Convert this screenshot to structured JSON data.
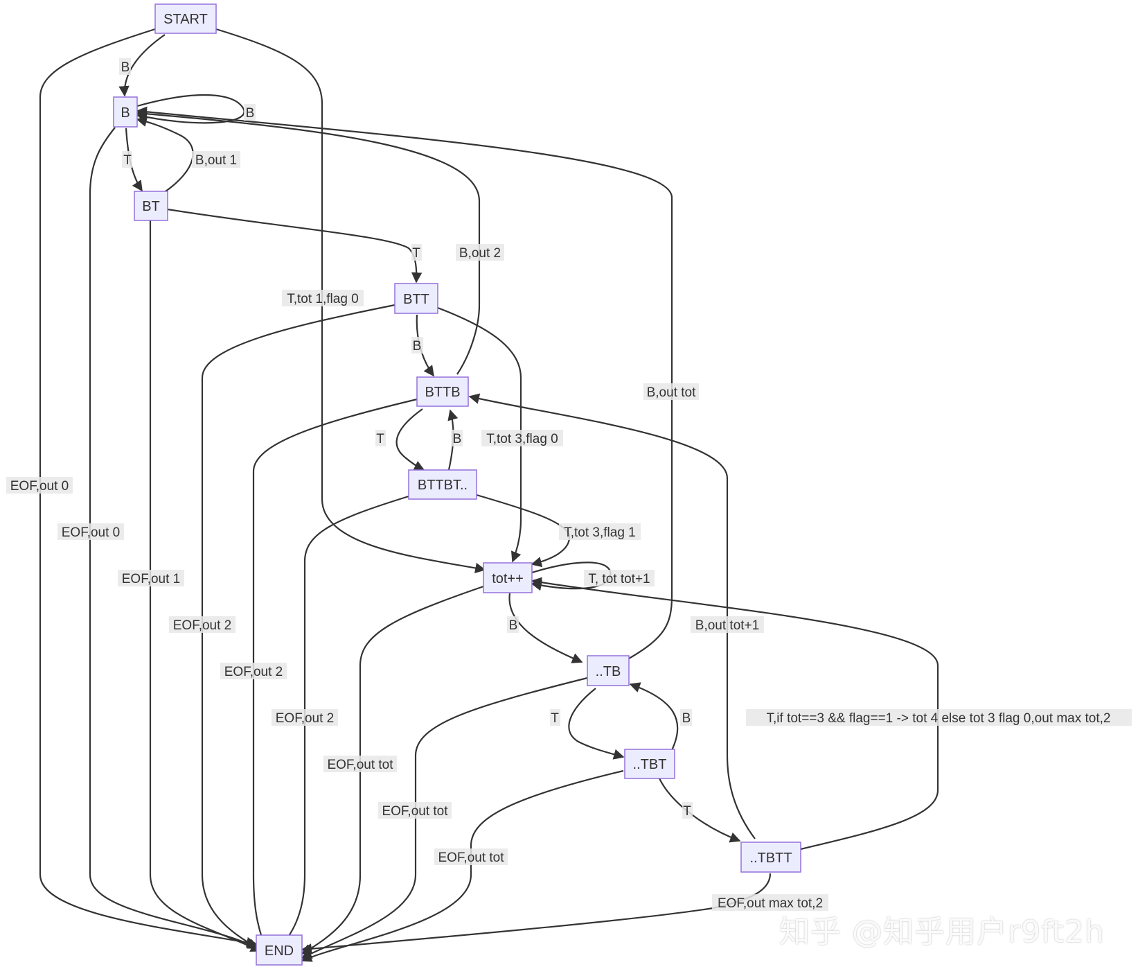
{
  "colors": {
    "node_fill": "#ECECFF",
    "node_stroke": "#9370DB",
    "edge": "#333333",
    "label_bg": "#e8e8e8"
  },
  "nodes": {
    "start": "START",
    "b": "B",
    "bt": "BT",
    "btt": "BTT",
    "bttb": "BTTB",
    "bttbt": "BTTBT..",
    "tot": "tot++",
    "tb": "..TB",
    "tbt": "..TBT",
    "tbtt": "..TBTT",
    "end": "END"
  },
  "edges": {
    "start_b": "B",
    "start_end": "EOF,out 0",
    "start_tot": "T,tot 1,flag 0",
    "b_self": "B",
    "b_bt": "T",
    "b_end": "EOF,out 0",
    "bt_b": "B,out 1",
    "bt_btt": "T",
    "bt_end": "EOF,out 1",
    "btt_bttb": "B",
    "btt_tot": "T,tot 3,flag 0",
    "btt_end": "EOF,out 2",
    "bttb_b": "B,out 2",
    "bttb_bttbt": "T",
    "bttb_end": "EOF,out 2",
    "bttbt_bttb": "B",
    "bttbt_tot": "T,tot 3,flag 1",
    "bttbt_end": "EOF,out 2",
    "tot_self": "T, tot tot+1",
    "tot_tb": "B",
    "tot_end": "EOF,out tot",
    "tb_b": "B,out tot",
    "tb_tbt": "T",
    "tb_end": "EOF,out tot",
    "tbt_tb": "B",
    "tbt_tbtt": "T",
    "tbt_end": "EOF,out tot",
    "tbtt_bttb": "B,out tot+1",
    "tbtt_tot": "T,if tot==3 && flag==1 -> tot 4 else tot 3 flag 0,out max tot,2",
    "tbtt_end": "EOF,out max tot,2"
  },
  "watermark": "知乎 @知乎用户r9ft2h"
}
